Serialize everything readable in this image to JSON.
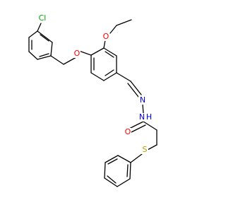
{
  "molecule": {
    "atoms": [
      {
        "id": "cl",
        "label": "Cl",
        "color": "#00aa00"
      },
      {
        "id": "o_ether",
        "label": "O",
        "color": "#ff0000"
      },
      {
        "id": "o_ethoxy",
        "label": "O",
        "color": "#ff0000"
      },
      {
        "id": "n_imine",
        "label": "N",
        "color": "#0000ff"
      },
      {
        "id": "n_hydrazide",
        "label": "N",
        "color": "#0000ff"
      },
      {
        "id": "h_hydrazide",
        "label": "H",
        "color": "#0000ff"
      },
      {
        "id": "o_carbonyl",
        "label": "O",
        "color": "#ff0000"
      },
      {
        "id": "s_thioether",
        "label": "S",
        "color": "#b8a000"
      }
    ]
  }
}
